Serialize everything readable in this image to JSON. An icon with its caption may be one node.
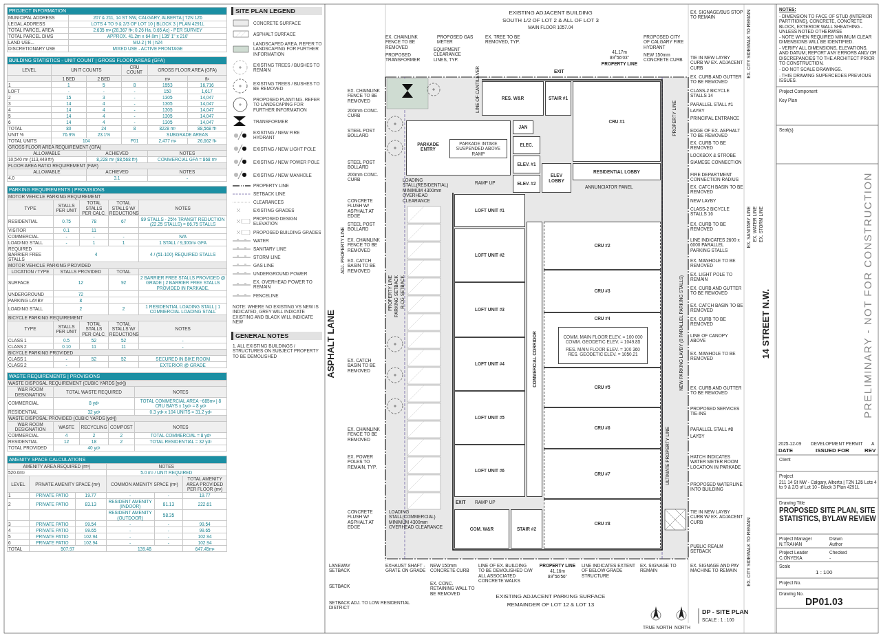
{
  "diagram": {
    "nodes": [
      {
        "text": [
          "RES. W&R"
        ]
      },
      {
        "text": [
          "STAIR #1"
        ]
      },
      {
        "text": [
          "CRU #1"
        ]
      },
      {
        "text": [
          "JAN"
        ]
      },
      {
        "text": [
          "PARKADE ENTRY"
        ]
      },
      {
        "text": [
          "PARKADE INTAKE SUSPENDED ABOVE RAMP"
        ],
        "in": 4
      },
      {
        "text": [
          "ELEC."
        ]
      },
      {
        "text": [
          "RESIDENTIAL LOBBY"
        ]
      },
      {
        "text": [
          "ELEV. #1"
        ]
      },
      {
        "text": [
          "ELEV LOBBY"
        ]
      },
      {
        "text": [
          "ELEV. #2"
        ]
      },
      {
        "text": [
          "LOFT UNIT #1"
        ]
      },
      {
        "text": [
          "CRU #2"
        ]
      },
      {
        "text": [
          "LOFT UNIT #2"
        ]
      },
      {
        "text": [
          "CRU #3"
        ]
      },
      {
        "text": [
          "LOFT UNIT #3"
        ]
      },
      {
        "text": [
          "CRU #4"
        ]
      },
      {
        "text": [
          "COMM. MAIN FLOOR ELEV. = 100 000",
          "COMM. GEODETIC ELEV. = 1049.85",
          "RES. MAIN FLOOR ELEV. = 100 360",
          "RES. GEODETIC ELEV. = 1050.21"
        ],
        "in": 16
      },
      {
        "text": [
          "LOFT UNIT #4"
        ]
      },
      {
        "text": [
          "CRU #5"
        ]
      },
      {
        "text": [
          "LOFT UNIT #5"
        ]
      },
      {
        "text": [
          "CRU #6"
        ]
      },
      {
        "text": [
          "LOFT UNIT #6"
        ]
      },
      {
        "text": [
          "CRU #7"
        ]
      },
      {
        "text": [
          "COMMERCIAL CORRIDOR"
        ]
      },
      {
        "text": [
          "COM. W&R"
        ]
      },
      {
        "text": [
          "STAIR #2"
        ]
      },
      {
        "text": [
          "CRU #8"
        ]
      }
    ],
    "labels": [
      "PROJECT INFORMATION",
      "MUNICIPAL ADDRESS",
      "207 & 211, 14 ST NW, CALGARY, ALBERTA | T2N 1Z6",
      "LEGAL ADDRESS",
      "LOTS 4 TO 9 & 2/3 OF LOT 10 | BLOCK 3 | PLAN 4291L",
      "TOTAL PARCEL AREA",
      "2,635 m² (28,367 ft²; 0.26 Ha, 0.65 Ac) - PER SURVEY",
      "TOTAL PARCEL DIMS",
      "APPROX. 41.2m x 64.0m | 135' 1\" x 210'",
      "LAND USE...",
      "MU-2 | f4 | h24",
      "DISCRETIONARY USE",
      "MIXED USE - ACTIVE FRONTAGE",
      "BUILDING STATISTICS - UNIT COUNT | GROSS FLOOR AREAS (GFA)",
      "LEVEL",
      "UNIT COUNTS",
      "CRU COUNT",
      "GROSS FLOOR AREA (GFA)",
      "1 BED",
      "2 BED",
      "m²",
      "ft²",
      "1",
      "1",
      "5",
      "8",
      "1553",
      "16,716",
      "LOFT",
      "-",
      "-",
      "-",
      "150",
      "1,617",
      "2",
      "15",
      "3",
      "-",
      "1305",
      "14,047",
      "3",
      "14",
      "4",
      "-",
      "1305",
      "14,047",
      "4",
      "14",
      "4",
      "-",
      "1305",
      "14,047",
      "5",
      "14",
      "4",
      "-",
      "1305",
      "14,047",
      "6",
      "14",
      "4",
      "-",
      "1305",
      "14,047",
      "TOTAL",
      "80",
      "24",
      "8",
      "8228 m²",
      "88,568 ft²",
      "UNIT %",
      "76.9%",
      "23.1%",
      "SUBGRADE AREAS",
      "TOTAL UNITS",
      "104",
      "P01",
      "2,477 m²",
      "26,662 ft²",
      "GROSS FLOOR AREA REQUIREMENT (GFA)",
      "ALLOWABLE",
      "ACHIEVED",
      "NOTES",
      "10,540 m² (113,449 ft²)",
      "8,228 m² (88,568 ft²)",
      "COMMERCIAL GFA = 868 m²",
      "FLOOR AREA RATIO REQUIREMENT (FAR)",
      "ALLOWABLE",
      "ACHIEVED",
      "NOTES",
      "4.0",
      "3.1",
      "-",
      "PARKING REQUIREMENTS | PROVISIONS",
      "MOTOR VEHICLE PARKING REQUIREMENT",
      "TYPE",
      "STALLS PER UNIT",
      "TOTAL STALLS PER CALC.",
      "TOTAL STALLS W/ REDUCTIONS",
      "NOTES",
      "RESIDENTIAL",
      "0.75",
      "78",
      "67",
      "89 STALLS - 25% TRANSIT REDUCTION (22.25 STALLS) = 66.75 STALLS",
      "VISITOR",
      "0.1",
      "11",
      "COMMERCIAL",
      "-",
      "-",
      "-",
      "N/A",
      "LOADING STALL",
      "-",
      "1",
      "1",
      "1 STALL / 9,300m² GFA",
      "REQUIRED BARRIER FREE STALLS",
      "4",
      "4 / (51-100) REQUIRED STALLS",
      "MOTOR VEHICLE PARKING PROVIDED",
      "LOCATION / TYPE",
      "STALLS PROVIDED",
      "TOTAL",
      "SURFACE",
      "12",
      "92",
      "2 BARRIER FREE STALLS PROVIDED @ GRADE | 2 BARRIER FREE STALLS PROVIDED IN PARKADE.",
      "UNDERGROUND",
      "72",
      "PARKING LAYBY",
      "8",
      "LOADING STALL",
      "2",
      "2",
      "1 RESIDENTIAL LOADING STALL | 1 COMMERCIAL LOADING STALL",
      "BICYCLE PARKING REQUIREMENT",
      "TYPE",
      "STALLS PER UNIT",
      "TOTAL STALLS PER CALC.",
      "TOTAL STALLS W/ REDUCTIONS",
      "NOTES",
      "CLASS 1",
      "0.5",
      "52",
      "52",
      "-",
      "CLASS 2",
      "0.10",
      "11",
      "11",
      "-",
      "BICYCLE PARKING PROVIDED",
      "CLASS 1",
      "-",
      "52",
      "52",
      "SECURED IN BIKE ROOM",
      "CLASS 2",
      "-",
      "EXTERIOR @ GRADE",
      "WASTE REQUIREMENTS | PROVISIONS",
      "WASTE DISPOSAL REQUIREMENT (CUBIC YARDS [yd³])",
      "W&R ROOM DESIGNATION",
      "TOTAL WASTE REQUIRED",
      "NOTES",
      "COMMERCIAL",
      "8 yd³",
      "TOTAL COMMERCIAL AREA ~685m² | 8 CRU BAYS x 1yd³ = 8 yd³",
      "RESIDENTIAL",
      "32 yd³",
      "0.3 yd³ x 104 UNITS = 31.2 yd³",
      "WASTE DISPOSAL PROVIDED (CUBIC YARDS [yd³])",
      "W&R ROOM DESIGNATION",
      "WASTE",
      "RECYCLING",
      "COMPOST",
      "NOTES",
      "COMMERCIAL",
      "4",
      "2",
      "2",
      "TOTAL COMMERCIAL = 8 yd³",
      "RESIDENTIAL",
      "12",
      "18",
      "2",
      "TOTAL RESIDENTIAL = 32 yd³",
      "TOTAL PROVIDED",
      "40 yd³",
      "AMENITY SPACE CALCULATIONS",
      "AMENITY AREA REQUIRED (m²)",
      "NOTES",
      "520.0m²",
      "5.0 m² / UNIT REQUIRED",
      "LEVEL",
      "PRIVATE AMENITY SPACE (m²)",
      "COMMON AMENITY SPACE (m²)",
      "TOTAL AMENITY AREA PROVIDED PER FLOOR (m²)",
      "1",
      "PRIVATE PATIO",
      "19.77",
      "-",
      "-",
      "19.77",
      "2",
      "PRIVATE PATIO",
      "83.13",
      "RESIDENT AMENITY (INDOOR)",
      "81.13",
      "222.61",
      "RESIDENT AMENITY (OUTDOOR)",
      "58.35",
      "3",
      "PRIVATE PATIO",
      "99.54",
      "-",
      "-",
      "99.54",
      "4",
      "PRIVATE PATIO",
      "99.65",
      "-",
      "-",
      "99.65",
      "5",
      "PRIVATE PATIO",
      "102.94",
      "-",
      "-",
      "102.94",
      "6",
      "PRIVATE PATIO",
      "102.94",
      "-",
      "-",
      "102.94",
      "TOTAL",
      "507.97",
      "139.48",
      "647.45m²",
      "SITE PLAN LEGEND",
      "NOTE: WHERE NO EXISTING VS NEW IS INDICATED, GREY WILL INDICATE EXISTING AND BLACK WILL INDICATE NEW",
      "GENERAL NOTES",
      "1. ALL EXISTING BUILDINGS / STRUCTURES ON SUBJECT PROPERTY TO BE DEMOLISHED",
      "EXISTING ADJACENT BUILDING",
      "EX. SIGNAGE/BUS STOP TO REMAIN",
      "EX. CITY SIDEWALK TO REMAIN",
      "SOUTH 1/2 OF LOT 2 & ALL OF LOT 3",
      "MAIN FLOOR 1057.04",
      "EX. CHAINLINK FENCE TO BE REMOVED",
      "PROPOSED GAS METER",
      "EX. TREE TO BE REMOVED, TYP.",
      "PROPOSED CITY OF CALGARY FIRE HYDRANT",
      "EQUIPMENT CLEARANCE LINES, TYP.",
      "41.17m",
      "PROPOSED TRANSFORMER",
      "NEW 150mm CONCRETE CURB",
      "89°56'03\"",
      "TIE IN NEW LAYBY CURB W/ EX. ADJACENT CURB",
      "PROPERTY LINE",
      "LINE OF CANTILEVER",
      "EXIT",
      "EX. CURB AND GUTTER TO BE REMOVED",
      "EX. CHAINLINK FENCE TO BE REMOVED",
      "CLASS-2 BICYCLE STALLS 14",
      "PROPERTY LINE",
      "PARALLEL STALL #1",
      "200mm CONC. CURB",
      "LAYBY",
      "PRINCIPAL ENTRANCE",
      "STEEL POST BOLLARD",
      "EDGE OF EX. ASPHALT TO BE REMOVED",
      "EX. CURB TO BE REMOVED",
      "LOCKBOX & STROBE",
      "STEEL POST BOLLARD",
      "SIAMESE CONNECTION",
      "200mm CONC. CURB",
      "FIRE DEPARTMENT CONNECTION RADIUS",
      "LOADING STALL(RESIDENTIAL) MINIMUM 4300mm OVERHEAD CLEARANCE",
      "RAMP UP",
      "ANNUNCIATOR PANEL",
      "EX. CATCH BASIN TO BE REMOVED",
      "CONCRETE FLUSH W/ ASPHALT AT EDGE",
      "NEW LAYBY",
      "CLASS-2 BICYCLE STALLS 16",
      "EX. SANITARY LINE",
      "EX. WATER LINE",
      "EX. STORM LINE",
      "STEEL POST BOLLARD",
      "EX. CURB TO BE REMOVED",
      "ADJ. PROPERTY LINE",
      "EX. CHAINLINK FENCE TO BE REMOVED",
      "LINE INDICATES 2600 x 6000 PARALLEL PARKING STALLS",
      "EX. CATCH BASIN TO BE REMOVED",
      "EX. MANHOLE TO BE REMOVED",
      "EX. LIGHT POLE TO REMAIN",
      "PROPERTY LINE",
      "PARKING SETBACK",
      "R-CG SETBACK",
      "NEW PARKING LAYBY (8 PARALLEL PARKING STALLS)",
      "EX. CURB AND GUTTER TO BE REMOVED",
      "14 STREET N.W.",
      "EX. CATCH BASIN TO BE REMOVED",
      "ASPHALT LANE",
      "EX. CURB TO BE REMOVED",
      "LINE OF CANOPY ABOVE",
      "EX. MANHOLE TO BE REMOVED",
      "EX. CATCH BASIN TO BE REMOVED",
      "EX. CURB AND GUTTER TO BE REMOVED",
      "PROPOSED SERVICES TIE-INS",
      "EX. CHAINLINK FENCE TO BE REMOVED",
      "ULTIMATE PROPERTY LINE",
      "PARALLEL STALL #8",
      "LAYBY",
      "EX. POWER POLES TO REMAIN, TYP.",
      "HATCH INDICATES WATER METER ROOM LOCATION IN PARKADE",
      "PROPOSED WATERLINE INTO BUILDING",
      "EXIT",
      "RAMP UP",
      "CONCRETE FLUSH W/ ASPHALT AT EDGE",
      "LOADING STALL(COMMERCIAL) MINIMUM 4300mm OVERHEAD CLEARANCE",
      "TIE IN NEW LAYBY CURB W/ EX. ADJACENT CURB",
      "PUBLIC REALM SETBACK",
      "EX. CITY SIDEWALK TO REMAIN",
      "LANEWAY SETBACK",
      "EXHAUST SHAFT - GRATE ON GRADE",
      "NEW 150mm CONCRETE CURB",
      "LINE OF EX. BUILDING TO BE DEMOLISHED C/W ALL ASSOCIATED CONCRETE WALKS",
      "PROPERTY LINE",
      "LINE INDICATES EXTENT OF BELOW GRADE STRUCTURE",
      "EX. SIGNAGE TO REMAIN",
      "EX. SIGNAGE AND PAY MACHINE TO REMAIN",
      "41.16m",
      "89°56'56\"",
      "EX. CONC. RETAINING WALL TO BE REMOVED",
      "SETBACK",
      "EXISTING ADJACENT PARKING SURFACE",
      "SETBACK ADJ. TO LOW RESIDENTIAL DISTRICT",
      "REMAINDER OF LOT 12 & LOT 13",
      "DP - SITE PLAN",
      "SCALE : 1 : 100",
      "TRUE NORTH",
      "NORTH",
      "NOTES:",
      "- DIMENSION TO FACE OF STUD (INTERIOR PARTITIONS), CONCRETE, CONCRETE BLOCK, EXTERIOR WALL SHEATHING - UNLESS NOTED OTHERWISE",
      "- NOTE WHEN REQUIRED MINIMUM CLEAR DIMENSIONS WILL BE IDENTIFIED.",
      "- VERIFY ALL DIMENSIONS, ELEVATIONS, AND DATUM; REPORT ANY ERRORS AND/ OR DISCREPANCIES TO THE ARCHITECT PRIOR TO CONSTRUCTION.",
      "- DO NOT SCALE DRAWINGS.",
      "- THIS DRAWING SUPERCEDES PREVIOUS ISSUES.",
      "Project Component",
      "Key Plan",
      "Seal(s)",
      "PRELIMINARY - NOT FOR CONSTRUCTION",
      "2025-12-09",
      "DEVELOPMENT PERMIT",
      "A",
      "DATE",
      "ISSUED FOR",
      "REV",
      "Client",
      "Project",
      "211 14 St NW - Calgary, Alberta | T2N 1Z6 Lots 4 to 9 & 2/3 of Lot 10 - Block 3 Plan 4291L",
      "Drawing Title",
      "PROPOSED SITE PLAN, SITE STATISTICS, BYLAW REVIEW",
      "Project Manager",
      "Drawn",
      "N.TRAHAN",
      "Author",
      "Project Leader",
      "Checked",
      "C.ONYEKA",
      "-",
      "Scale",
      "1 : 100",
      "Project No.",
      "Drawing No.",
      "DP01.03"
    ],
    "legend": [
      {
        "text": "CONCRETE SURFACE"
      },
      {
        "text": "ASPHALT SURFACE"
      },
      {
        "text": "LANDSCAPED AREA. REFER TO LANDSCAPING FOR FURTHER INFORMATION"
      },
      {
        "text": "EXISTING TREES / BUSHES TO REMAIN"
      },
      {
        "text": "EXISTING TREES / BUSHES TO BE REMOVED"
      },
      {
        "text": "PROPOSED PLANTING. REFER TO LANDSCAPING FOR FURTHER INFORMATION"
      },
      {
        "text": "TRANSFORMER"
      },
      {
        "text": "EXISTING / NEW FIRE HYDRANT"
      },
      {
        "text": "EXISTING / NEW LIGHT POLE"
      },
      {
        "text": "EXISTING / NEW POWER POLE"
      },
      {
        "text": "EXISTING / NEW MANHOLE"
      },
      {
        "text": "PROPERTY LINE"
      },
      {
        "text": "SETBACK LINE"
      },
      {
        "text": "CLEARANCES"
      },
      {
        "text": "EXISTING GRADES"
      },
      {
        "text": "PROPOSED DESIGN ELEVATION"
      },
      {
        "text": "PROPOSED BUILDING GRADES"
      },
      {
        "text": "WATER"
      },
      {
        "text": "SANITARY LINE"
      },
      {
        "text": "STORM LINE"
      },
      {
        "text": "GAS LINE"
      },
      {
        "text": "UNDERGROUND POWER"
      },
      {
        "text": "EX. OVERHEAD POWER TO REMAIN"
      },
      {
        "text": "FENCELINE"
      }
    ]
  }
}
